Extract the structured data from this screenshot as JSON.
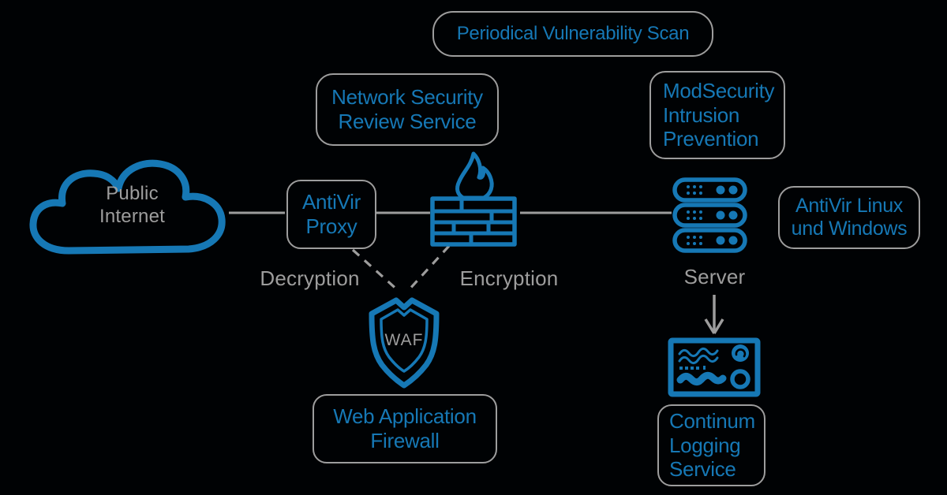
{
  "colors": {
    "blue": "#1678b5",
    "gray": "#9d9d9d",
    "background": "#000204"
  },
  "boxes": {
    "periodical_scan": {
      "lines": [
        "Periodical Vulnerability Scan"
      ]
    },
    "network_security_review": {
      "lines": [
        "Network Security",
        "Review Service"
      ]
    },
    "modsecurity": {
      "lines": [
        "ModSecurity",
        "Intrusion",
        "Prevention"
      ]
    },
    "antivir_proxy": {
      "lines": [
        "AntiVir",
        "Proxy"
      ]
    },
    "antivir_linux_windows": {
      "lines": [
        "AntiVir Linux",
        "und Windows"
      ]
    },
    "web_application_firewall": {
      "lines": [
        "Web Application",
        "Firewall"
      ]
    },
    "continum_logging": {
      "lines": [
        "Continum",
        "Logging",
        "Service"
      ]
    }
  },
  "labels": {
    "public_internet": {
      "lines": [
        "Public",
        "Internet"
      ]
    },
    "decryption": "Decryption",
    "encryption": "Encryption",
    "server": "Server",
    "waf": "WAF"
  },
  "icons": {
    "cloud": "public-internet-cloud",
    "firewall": "brick-wall-with-flame",
    "server_stack": "three-rack-servers",
    "waf_shield": "shield-with-waf-text",
    "log_monitor": "log-panel-with-gauges",
    "down_arrow": "arrow-server-to-logging"
  }
}
